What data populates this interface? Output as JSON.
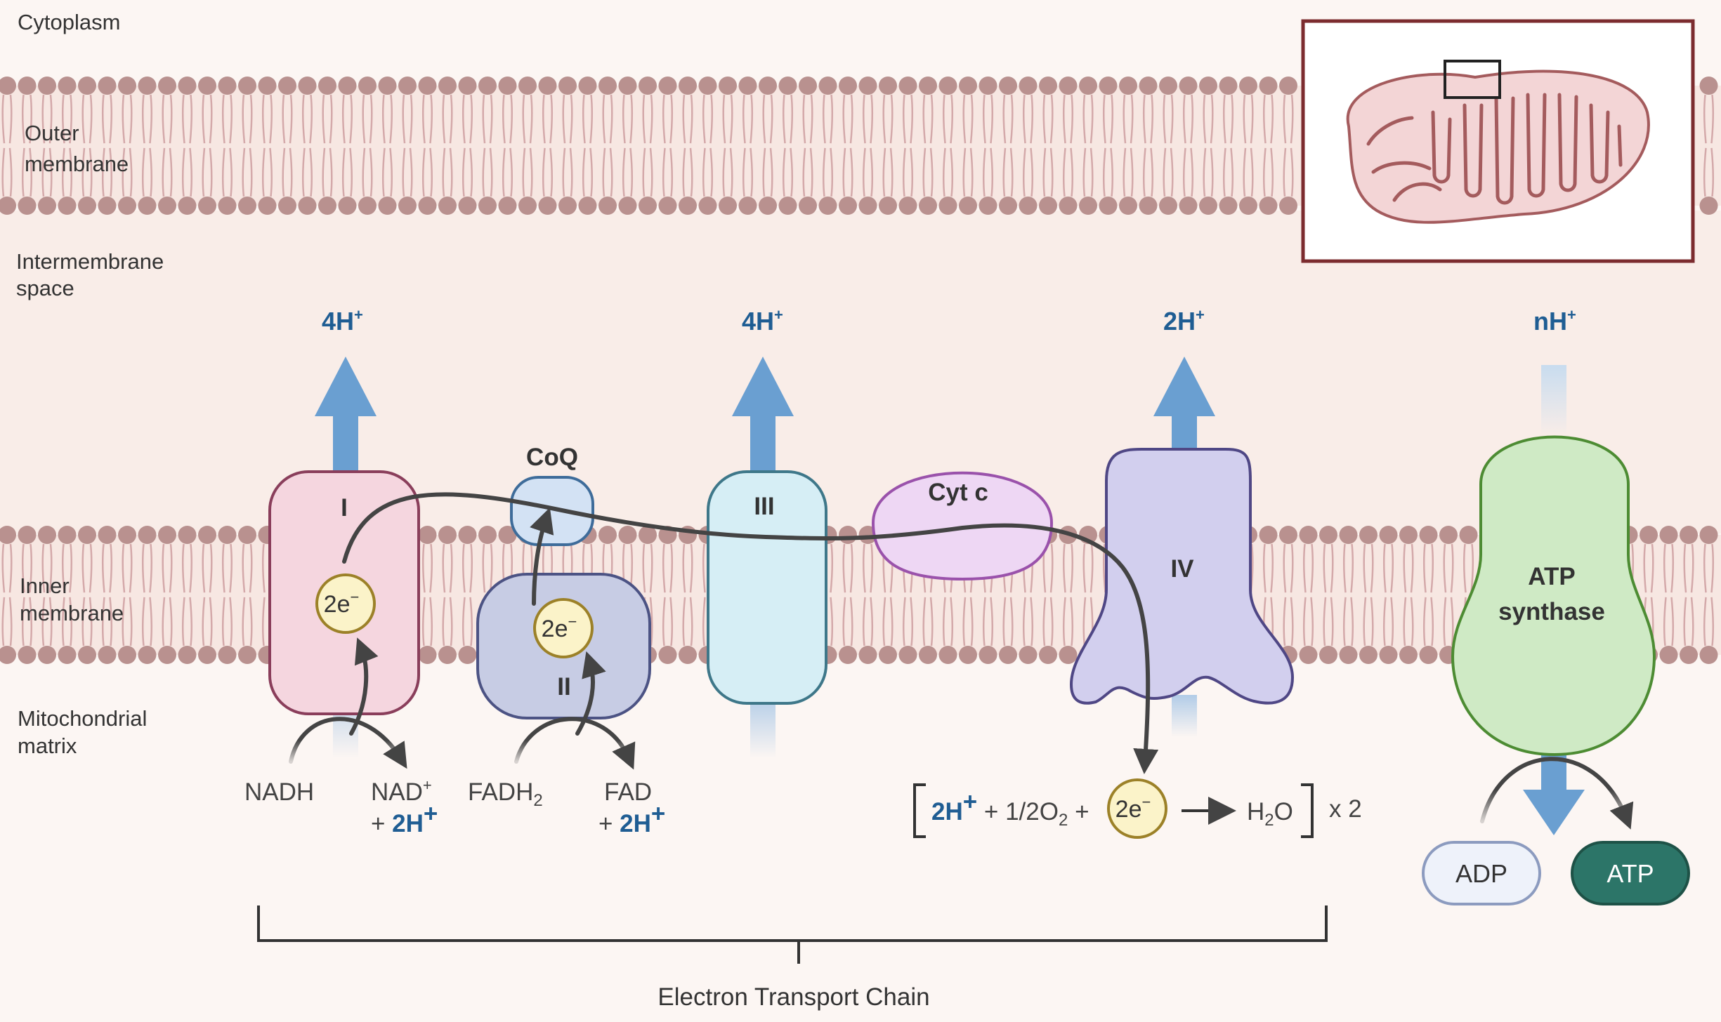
{
  "regions": {
    "cytoplasm": "Cytoplasm",
    "outer_line1": "Outer",
    "outer_line2": "membrane",
    "intermembrane_line1": "Intermembrane",
    "intermembrane_line2": "space",
    "inner_line1": "Inner",
    "inner_line2": "membrane",
    "matrix_line1": "Mitochondrial",
    "matrix_line2": "matrix"
  },
  "complexes": {
    "c1": "I",
    "coq": "CoQ",
    "c2": "II",
    "c3": "III",
    "cytc": "Cyt c",
    "c4": "IV",
    "atp_line1": "ATP",
    "atp_line2": "synthase"
  },
  "protons": {
    "c1": "4H",
    "c3": "4H",
    "c4": "2H",
    "atp": "nH",
    "sup": "+"
  },
  "electron": {
    "base": "2e",
    "sup": "−"
  },
  "substrates": {
    "nadh": "NADH",
    "nad": "NAD",
    "nad_sup": "+",
    "plus": "+ ",
    "two_h": "2H",
    "h_sup": "+",
    "fadh2_base": "FADH",
    "fadh2_sub": "2",
    "fad": "FAD"
  },
  "water_reaction": {
    "protons": "2H",
    "protons_sup": "+",
    "plus_half": " + 1/2O",
    "o2_sub": "2",
    "plus": " +",
    "water_h": "H",
    "water_sub": "2",
    "water_o": "O",
    "multiplier": "x 2"
  },
  "atp_synthesis": {
    "adp": "ADP",
    "atp": "ATP"
  },
  "bracket_label": "Electron Transport Chain",
  "colors": {
    "background": "#fcf6f3",
    "membrane_band": "#f7e9e4",
    "lipid_head": "#b9918f",
    "lipid_tail": "#d4a9aa",
    "proton_arrow": "#6a9fd1",
    "complex1_fill": "#f5d6df",
    "complex1_stroke": "#8a3e5b",
    "complex2_fill": "#c7cce4",
    "complex2_stroke": "#4c5384",
    "complex3_fill": "#d6eef5",
    "complex3_stroke": "#3e7789",
    "coq_fill": "#d3e2f4",
    "coq_stroke": "#3e6c9a",
    "cytc_fill": "#eed7f4",
    "cytc_stroke": "#9a52ab",
    "complex4_fill": "#d2cfee",
    "complex4_stroke": "#4f4785",
    "atp_synthase_fill": "#cfeac5",
    "atp_synthase_stroke": "#4d8c33",
    "electron_fill": "#fbf3c9",
    "electron_stroke": "#9c8128",
    "atp_pill": "#2c7568",
    "adp_pill_fill": "#eef2fa",
    "adp_pill_stroke": "#8c9bbf",
    "inset_frame": "#7c2c2f",
    "mito_fill": "#f4dcdc",
    "mito_stroke": "#a45b5d",
    "proton_text": "#1f5d93"
  }
}
